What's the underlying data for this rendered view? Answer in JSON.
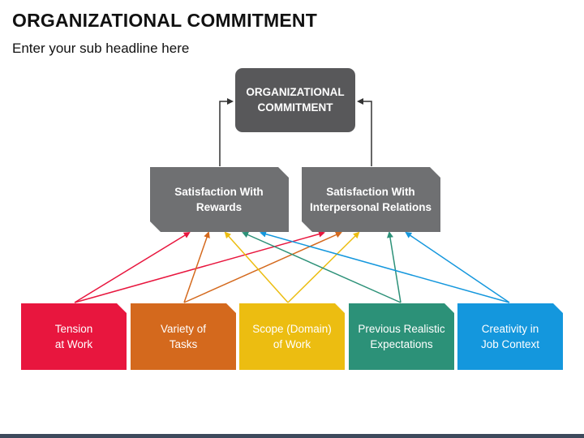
{
  "title": "ORGANIZATIONAL COMMITMENT",
  "subtitle": "Enter your sub headline here",
  "diagram": {
    "top": {
      "line1": "ORGANIZATIONAL",
      "line2": "COMMITMENT",
      "color": "#58585a"
    },
    "middle": [
      {
        "line1": "Satisfaction With",
        "line2": "Rewards",
        "color": "#6f7072"
      },
      {
        "line1": "Satisfaction With",
        "line2": "Interpersonal Relations",
        "color": "#6f7072"
      }
    ],
    "factors": [
      {
        "line1": "Tension",
        "line2": "at Work",
        "color": "#e8163e"
      },
      {
        "line1": "Variety of",
        "line2": "Tasks",
        "color": "#d4691d"
      },
      {
        "line1": "Scope (Domain)",
        "line2": "of Work",
        "color": "#ecbd11"
      },
      {
        "line1": "Previous Realistic",
        "line2": "Expectations",
        "color": "#2c9178"
      },
      {
        "line1": "Creativity in",
        "line2": "Job Context",
        "color": "#1497dd"
      }
    ],
    "arrow_color_dark": "#333333"
  }
}
